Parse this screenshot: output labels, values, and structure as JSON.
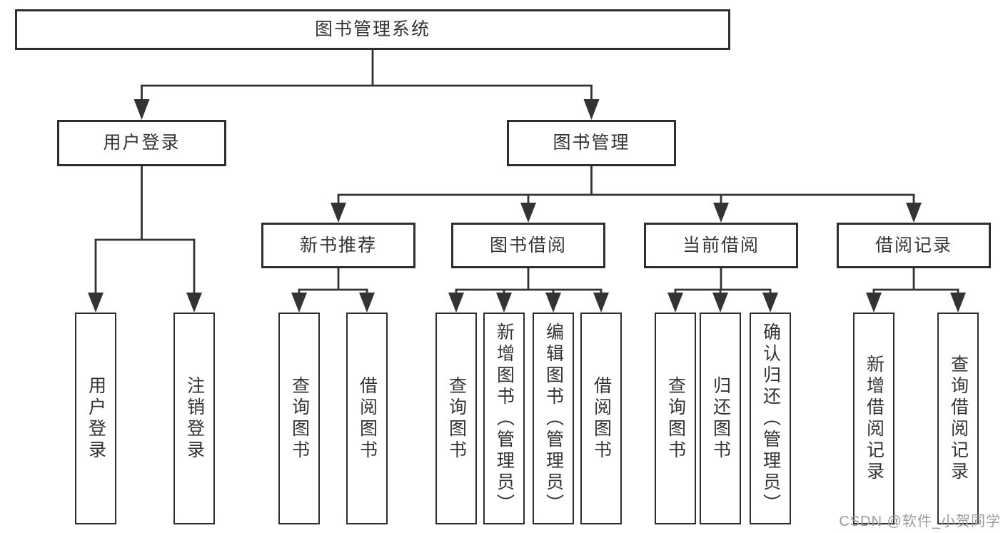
{
  "diagram": {
    "tree": {
      "label": "图书管理系统",
      "children": [
        {
          "label": "用户登录",
          "children": [
            {
              "label": "用户登录"
            },
            {
              "label": "注销登录"
            }
          ]
        },
        {
          "label": "图书管理",
          "children": [
            {
              "label": "新书推荐",
              "children": [
                {
                  "label": "查询图书"
                },
                {
                  "label": "借阅图书"
                }
              ]
            },
            {
              "label": "图书借阅",
              "children": [
                {
                  "label": "查询图书"
                },
                {
                  "label": "新增图书（管理员）"
                },
                {
                  "label": "编辑图书（管理员）"
                },
                {
                  "label": "借阅图书"
                }
              ]
            },
            {
              "label": "当前借阅",
              "children": [
                {
                  "label": "查询图书"
                },
                {
                  "label": "归还图书"
                },
                {
                  "label": "确认归还（管理员）"
                }
              ]
            },
            {
              "label": "借阅记录",
              "children": [
                {
                  "label": "新增借阅记录"
                },
                {
                  "label": "查询借阅记录"
                }
              ]
            }
          ]
        }
      ]
    },
    "colors": {
      "line": "#333333",
      "box_border": "#2e2e2e",
      "text": "#333333",
      "background": "#ffffff",
      "watermark": "#9b9b9b"
    }
  },
  "watermark": {
    "text": "CSDN @软件_小贺同学"
  }
}
